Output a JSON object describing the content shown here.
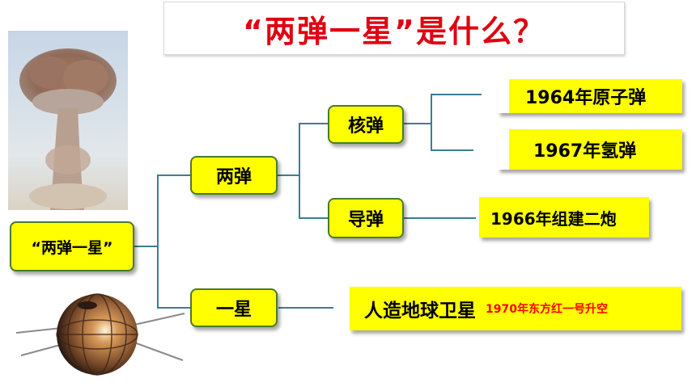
{
  "title": "“两弹一星”是什么？",
  "root": "“两弹一星”",
  "branches": {
    "two_bombs": "两弹",
    "one_star": "一星"
  },
  "sub": {
    "nuclear": "核弹",
    "missile": "导弹"
  },
  "leaves": {
    "atomic": "1964年原子弹",
    "hydrogen": "1967年氢弹",
    "missile_unit": "1966年组建二炮",
    "satellite": "人造地球卫星",
    "satellite_note": "1970年东方红一号升空"
  },
  "colors": {
    "title_red": "#e00012",
    "box_yellow": "#ffff00",
    "border_green": "#4a7a2a",
    "connector_teal": "#3a7f8f"
  }
}
